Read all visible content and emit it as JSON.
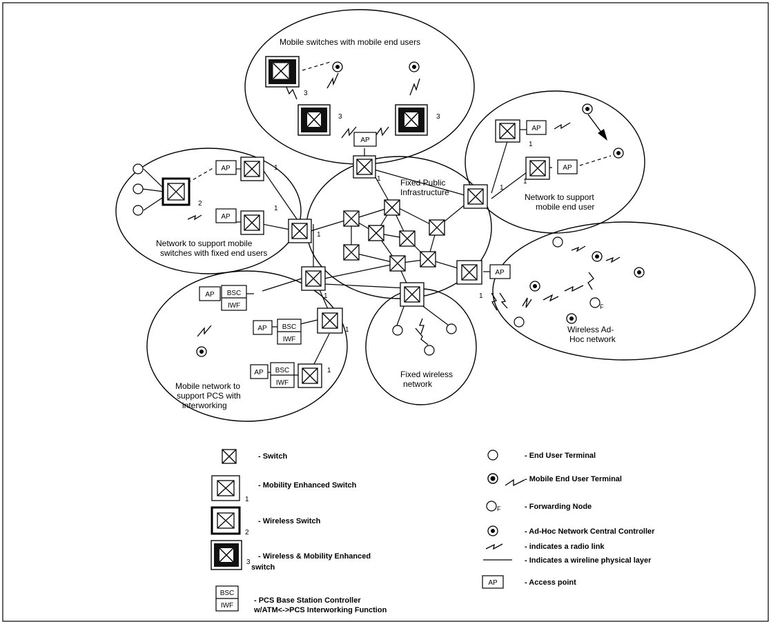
{
  "regions": {
    "mobile_switches": "Mobile switches with mobile end users",
    "fixed_public": [
      "Fixed Public",
      "Infrastructure"
    ],
    "mobile_end_user": [
      "Network to support",
      "mobile end user"
    ],
    "fixed_end_users": [
      "Network to support mobile",
      "switches with fixed end users"
    ],
    "adhoc": [
      "Wireless Ad-",
      "Hoc network"
    ],
    "fixed_wireless": [
      "Fixed wireless",
      "network"
    ],
    "pcs": [
      "Mobile network to",
      "support PCS with",
      "interworking"
    ]
  },
  "box_labels": {
    "ap": "AP",
    "bsc": "BSC",
    "iwf": "IWF",
    "forwarding_mark": "F"
  },
  "switch_numbers": {
    "mobility": "1",
    "wireless": "2",
    "wireless_mobility": "3"
  },
  "legend": {
    "switch": "- Switch",
    "mobility_switch": "- Mobility Enhanced Switch",
    "wireless_switch": "- Wireless Switch",
    "wm_switch": [
      "- Wireless & Mobility  Enhanced",
      "switch"
    ],
    "pcs_bsc": [
      "- PCS Base Station Controller",
      "w/ATM<->PCS Interworking Function"
    ],
    "end_user": "- End User Terminal",
    "mobile_end_user": "- Mobile End User Terminal",
    "forwarding_node": "- Forwarding Node",
    "adhoc_controller": "- Ad-Hoc Network Central Controller",
    "radio_link": "- indicates a radio link",
    "wireline": "- Indicates a wireline physical layer",
    "access_point": "- Access point"
  }
}
